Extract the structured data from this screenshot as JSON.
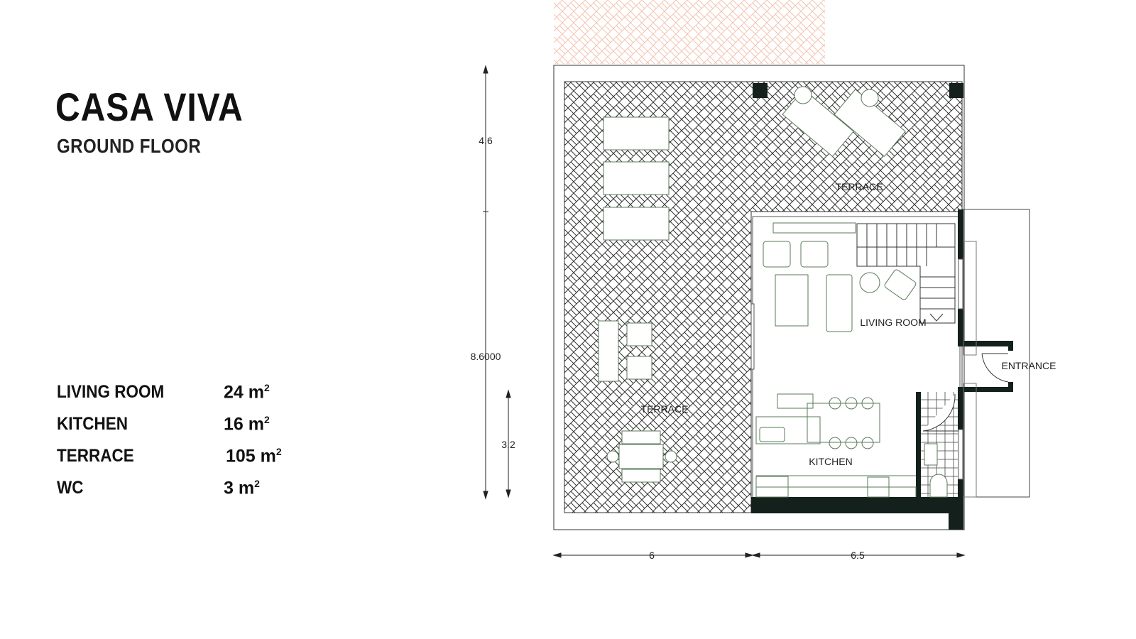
{
  "header": {
    "title": "CASA VIVA",
    "subtitle": "GROUND FLOOR"
  },
  "areas": [
    {
      "name": "LIVING ROOM",
      "value": "24",
      "unit": "m",
      "exp": "2"
    },
    {
      "name": "KITCHEN",
      "value": "16",
      "unit": "m",
      "exp": "2"
    },
    {
      "name": "TERRACE",
      "value": "105",
      "unit": "m",
      "exp": "2"
    },
    {
      "name": "WC",
      "value": "3",
      "unit": "m",
      "exp": "2"
    }
  ],
  "plan": {
    "rooms": {
      "terrace_top": "TERRACE",
      "terrace_left": "TERRACE",
      "living_room": "LIVING ROOM",
      "kitchen": "KITCHEN",
      "entrance": "ENTRANCE"
    },
    "dimensions": {
      "v_top": "4.6",
      "v_total": "8.6000",
      "v_small": "3.2",
      "h_left": "6",
      "h_right": "6.5"
    },
    "colors": {
      "wall": "#14201c",
      "furniture": "#5a7a5a",
      "path_hatch": "#f2c4b2"
    }
  }
}
